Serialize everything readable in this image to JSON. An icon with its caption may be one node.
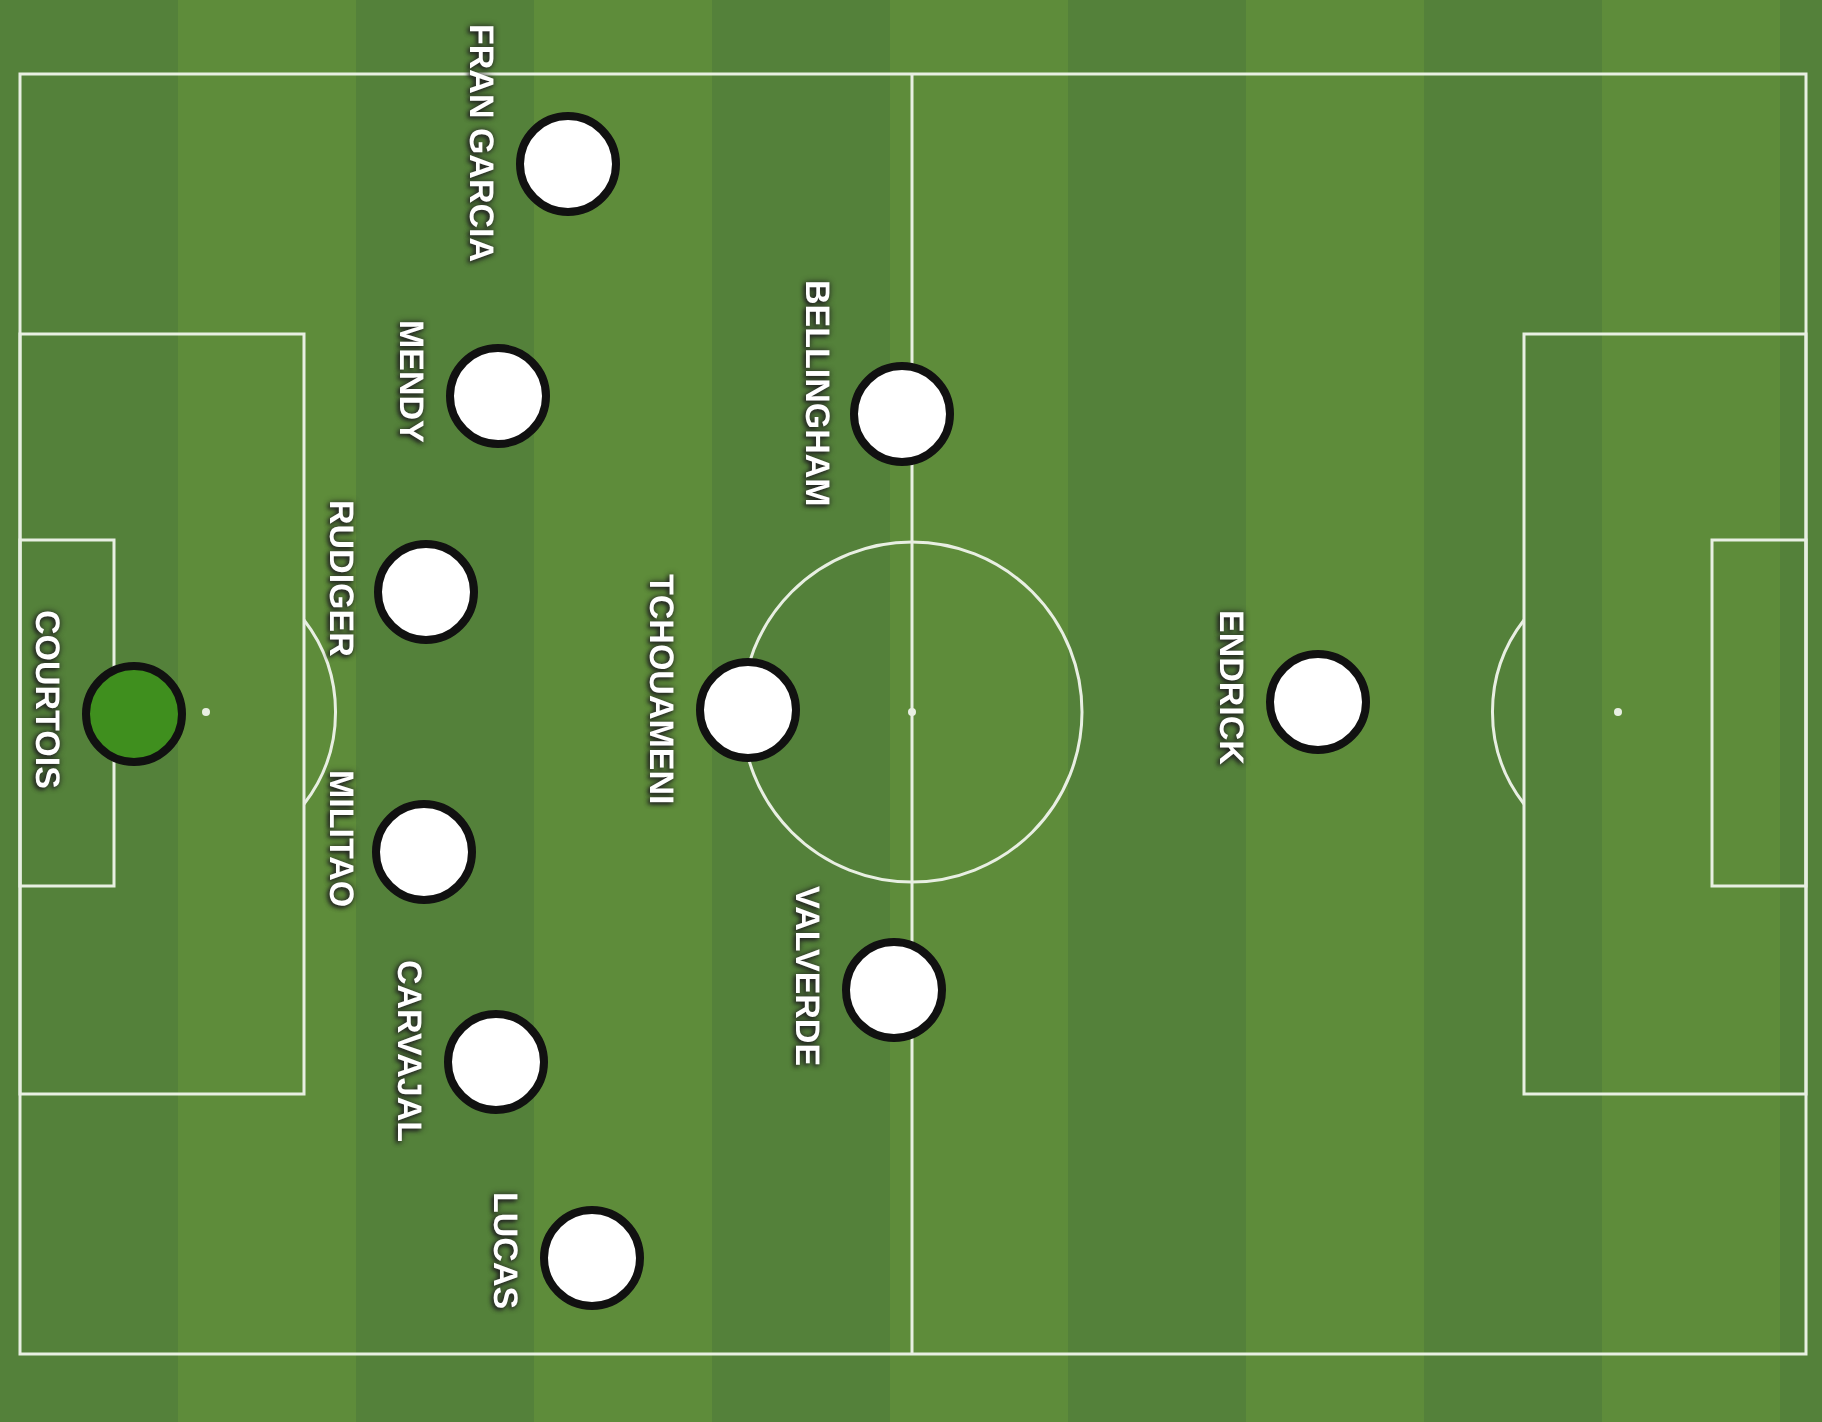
{
  "diagram": {
    "nodes": [
      {
        "text": [
          "FRAN GARCIA"
        ]
      },
      {
        "text": [
          "MENDY"
        ]
      },
      {
        "text": [
          "RUDIGER"
        ]
      },
      {
        "text": [
          "COURTOIS"
        ]
      },
      {
        "text": [
          "MILITAO"
        ]
      },
      {
        "text": [
          "CARVAJAL"
        ]
      },
      {
        "text": [
          "LUCAS"
        ]
      },
      {
        "text": [
          "BELLINGHAM"
        ]
      },
      {
        "text": [
          "TCHOUAMENI"
        ]
      },
      {
        "text": [
          "VALVERDE"
        ]
      },
      {
        "text": [
          "ENDRICK"
        ]
      }
    ]
  }
}
